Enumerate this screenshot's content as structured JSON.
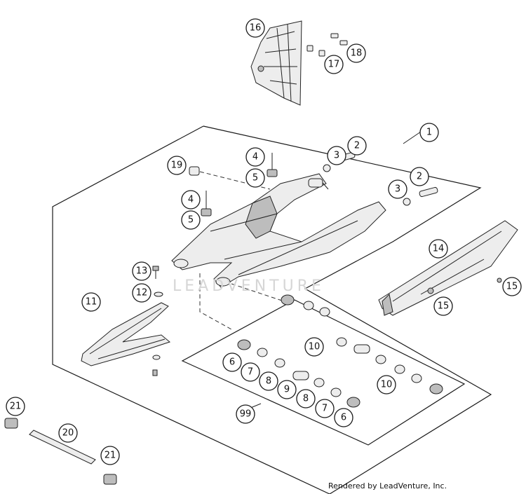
{
  "watermark": "LEADVENTURE",
  "footer": "Rendered by LeadVenture, Inc.",
  "callouts": {
    "c1": "1",
    "c2a": "2",
    "c2b": "2",
    "c3a": "3",
    "c3b": "3",
    "c4a": "4",
    "c4b": "4",
    "c5a": "5",
    "c5b": "5",
    "c6a": "6",
    "c6b": "6",
    "c7a": "7",
    "c7b": "7",
    "c8a": "8",
    "c8b": "8",
    "c9": "9",
    "c10a": "10",
    "c10b": "10",
    "c11": "11",
    "c12": "12",
    "c13": "13",
    "c14": "14",
    "c15a": "15",
    "c15b": "15",
    "c16": "16",
    "c17": "17",
    "c18": "18",
    "c19": "19",
    "c20": "20",
    "c21a": "21",
    "c21b": "21",
    "c99": "99"
  }
}
